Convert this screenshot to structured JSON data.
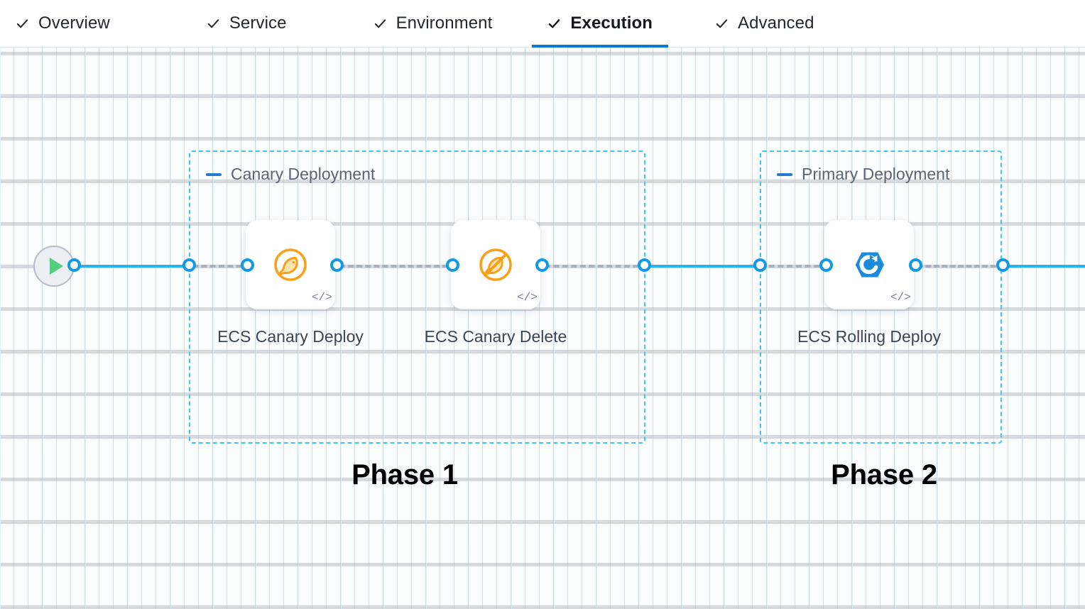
{
  "tabs": [
    {
      "label": "Overview",
      "icon": "check-icon",
      "active": false
    },
    {
      "label": "Service",
      "icon": "check-icon",
      "active": false
    },
    {
      "label": "Environment",
      "icon": "check-icon",
      "active": false
    },
    {
      "label": "Execution",
      "icon": "check-icon",
      "active": true
    },
    {
      "label": "Advanced",
      "icon": "check-icon",
      "active": false
    }
  ],
  "canvas": {
    "start_node": {
      "icon": "play-icon",
      "name": "pipeline-start"
    },
    "groups": [
      {
        "title": "Canary Deployment",
        "collapse_icon": "minus-icon",
        "phase_caption": "Phase 1",
        "steps": [
          {
            "label": "ECS Canary Deploy",
            "icon": "canary-bird-icon",
            "badge_icon": "code-icon"
          },
          {
            "label": "ECS Canary Delete",
            "icon": "canary-bird-strike-icon",
            "badge_icon": "code-icon"
          }
        ]
      },
      {
        "title": "Primary Deployment",
        "collapse_icon": "minus-icon",
        "phase_caption": "Phase 2",
        "steps": [
          {
            "label": "ECS Rolling Deploy",
            "icon": "ecs-rolling-hexagon-icon",
            "badge_icon": "code-icon"
          }
        ]
      }
    ]
  },
  "colors": {
    "accent_blue": "#0b7ad1",
    "edge_blue": "#2bb2f0",
    "port_blue": "#0f9ae8",
    "group_dash": "#44c3f5",
    "canary_orange": "#f9a01b",
    "ecs_blue": "#1a8bdc",
    "play_green": "#56cc7e",
    "dashed_edge_gray": "#aab0c0",
    "label_gray": "#3c4455",
    "group_title_gray": "#5a6475"
  }
}
